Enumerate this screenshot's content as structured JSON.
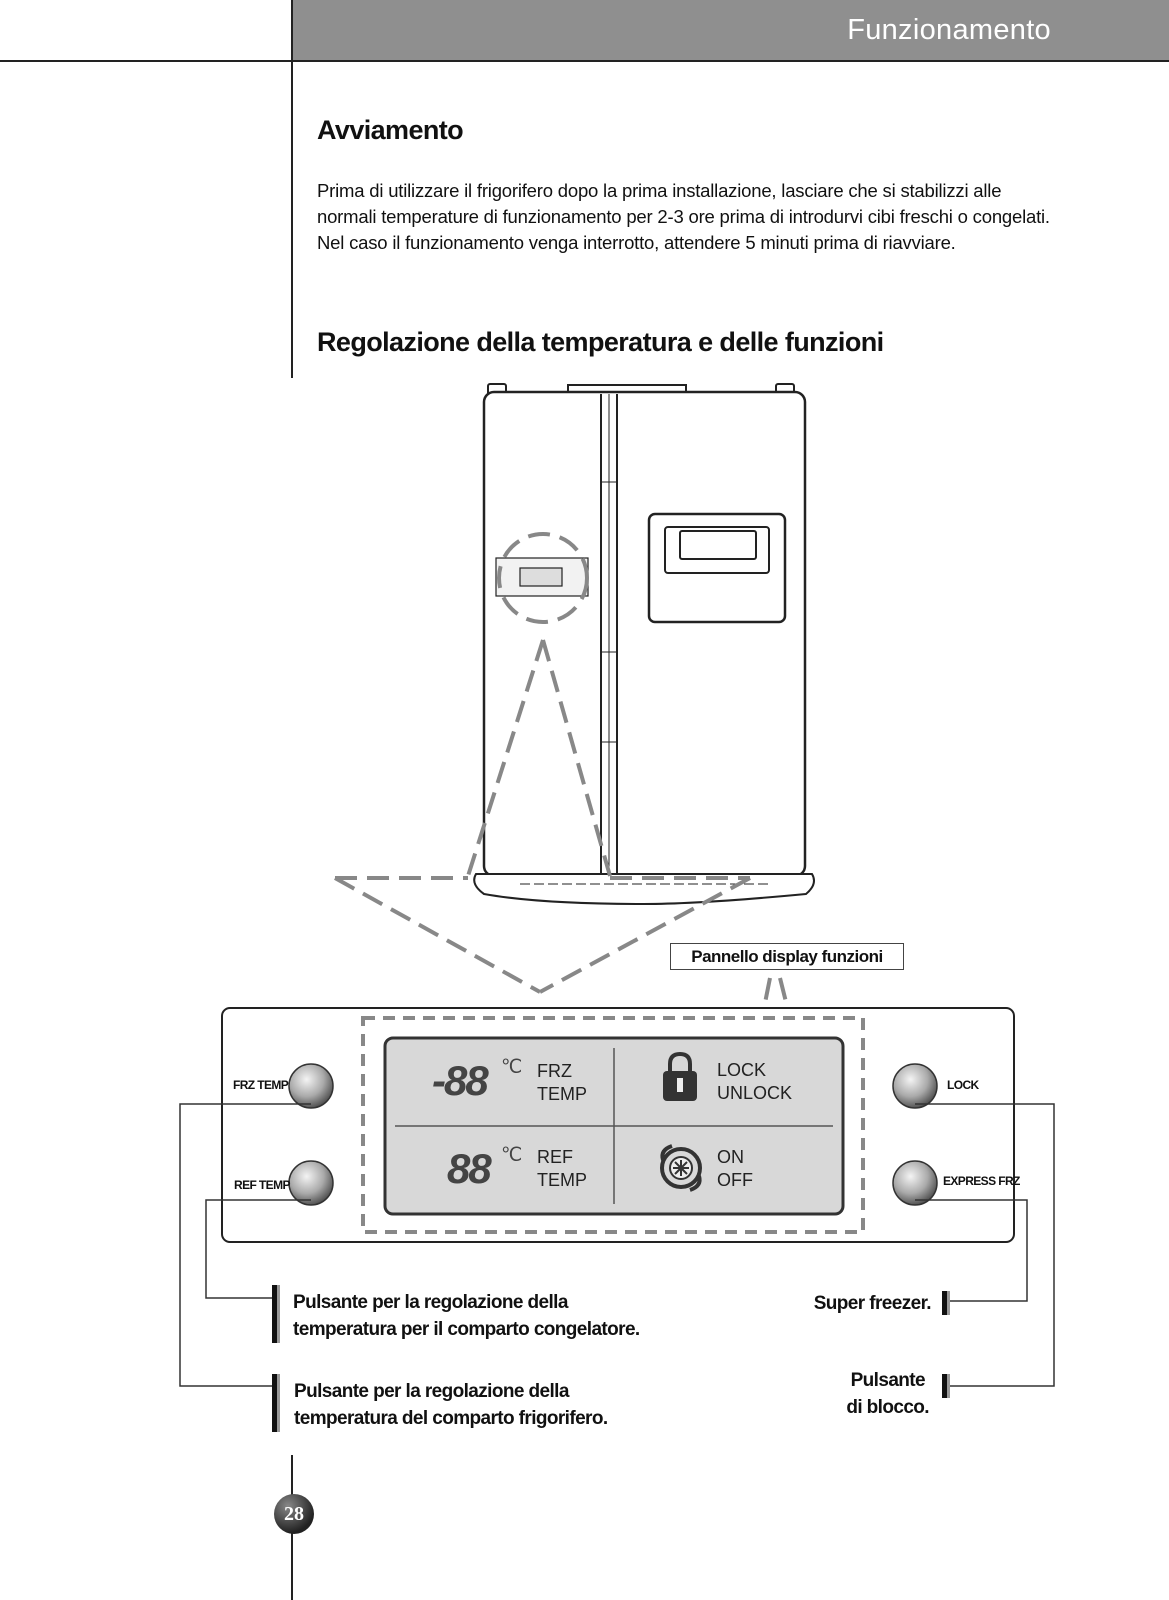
{
  "header": {
    "title": "Funzionamento"
  },
  "sections": {
    "avviamento": {
      "title": "Avviamento",
      "text": "Prima di utilizzare il frigorifero dopo la prima installazione, lasciare che si stabilizzi alle normali temperature di funzionamento per 2-3 ore prima di introdurvi cibi freschi o congelati. Nel caso il funzionamento venga interrotto, attendere 5 minuti prima di riavviare."
    },
    "regolazione": {
      "title": "Regolazione della temperatura e delle funzioni"
    }
  },
  "panel": {
    "callout": "Pannello display funzioni",
    "buttons": {
      "frz_temp": "FRZ TEMP",
      "ref_temp": "REF TEMP",
      "lock": "LOCK",
      "express_frz": "EXPRESS FRZ"
    },
    "display": {
      "frz_digits": "-88",
      "ref_digits": "88",
      "degree_unit": "℃",
      "frz_line1": "FRZ",
      "frz_line2": "TEMP",
      "ref_line1": "REF",
      "ref_line2": "TEMP",
      "lock_line1": "LOCK",
      "lock_line2": "UNLOCK",
      "onoff_line1": "ON",
      "onoff_line2": "OFF"
    }
  },
  "captions": {
    "freezer_button_line1": "Pulsante per la regolazione della",
    "freezer_button_line2": "temperatura per il comparto congelatore.",
    "fridge_button_line1": "Pulsante per la regolazione della",
    "fridge_button_line2": "temperatura del comparto frigorifero.",
    "super_freezer": "Super freezer.",
    "lock_button_line1": "Pulsante",
    "lock_button_line2": "di blocco."
  },
  "page_number": "28"
}
